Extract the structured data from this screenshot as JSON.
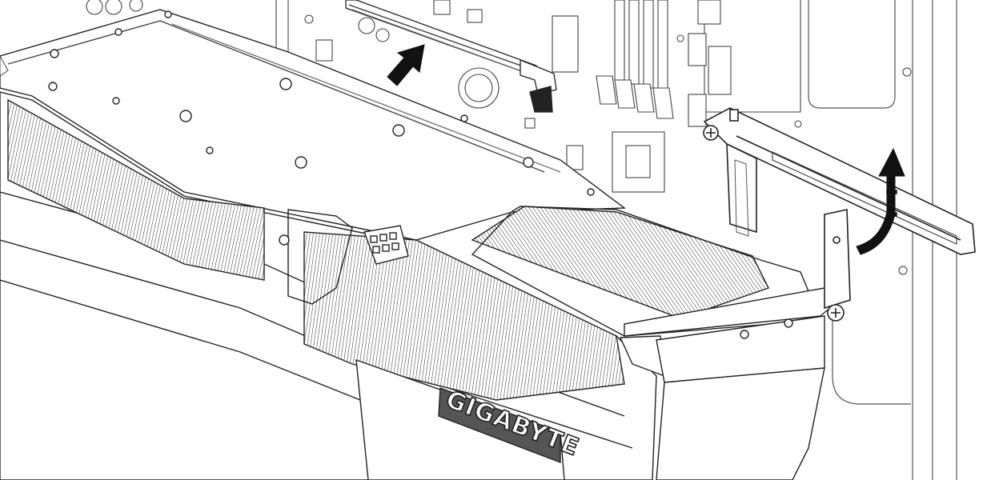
{
  "illustration": {
    "brand_label": "GIGABYTE",
    "components": [
      "pcie-slot",
      "motherboard",
      "graphics-card",
      "support-bracket",
      "case-panel"
    ],
    "arrows": [
      {
        "name": "insert-arrow-icon",
        "direction": "up-right"
      },
      {
        "name": "raise-arrow-icon",
        "direction": "up"
      }
    ]
  },
  "colors": {
    "line": "#222222",
    "fill": "#ffffff",
    "shadow": "#d8d8d8",
    "arrow": "#111111"
  }
}
